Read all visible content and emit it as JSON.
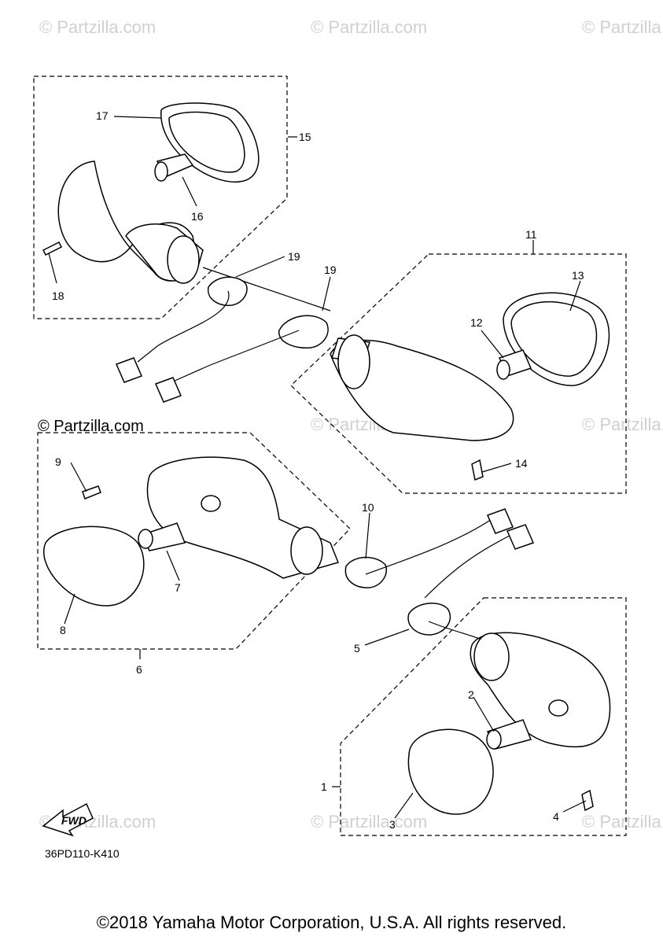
{
  "watermark": "© Partzilla.com",
  "watermark_prominent": "© Partzilla.com",
  "fwd_label": "FWD",
  "diagram_code": "36PD110-K410",
  "copyright": "©2018 Yamaha Motor Corporation, U.S.A. All rights reserved.",
  "callouts": [
    "1",
    "2",
    "3",
    "4",
    "5",
    "6",
    "7",
    "8",
    "9",
    "10",
    "11",
    "12",
    "13",
    "14",
    "15",
    "16",
    "17",
    "18",
    "19",
    "19"
  ]
}
